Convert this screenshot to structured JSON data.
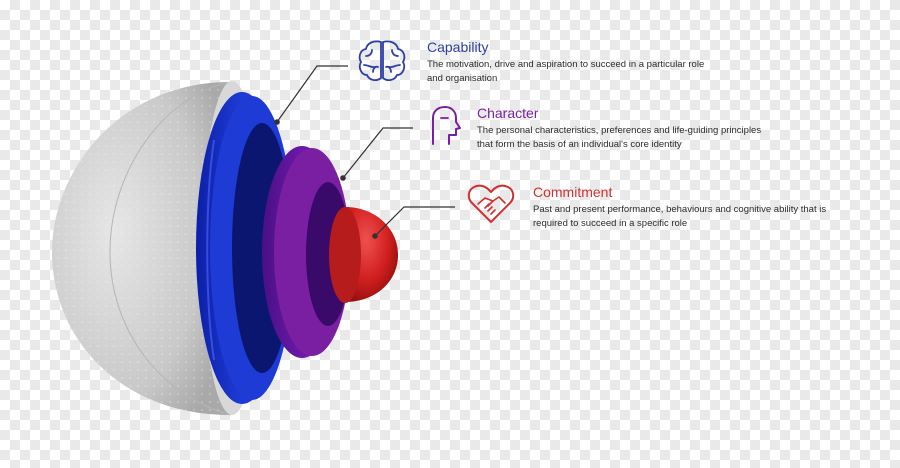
{
  "colors": {
    "capability": "#1f3bd6",
    "character": "#7b1fa2",
    "commitment": "#d32f2f",
    "shell": "#cfcfcf"
  },
  "layers": [
    {
      "title": "Capability",
      "icon": "brain-icon",
      "description": [
        "The motivation, drive and aspiration to succeed in a particular role",
        "and organisation"
      ]
    },
    {
      "title": "Character",
      "icon": "head-profile-icon",
      "description": [
        "The personal characteristics, preferences and life-guiding principles",
        "that form the basis of an individual's core identity"
      ]
    },
    {
      "title": "Commitment",
      "icon": "heart-handshake-icon",
      "description": [
        "Past and present performance, behaviours and cognitive ability that is",
        "required to succeed in a specific role"
      ]
    }
  ]
}
